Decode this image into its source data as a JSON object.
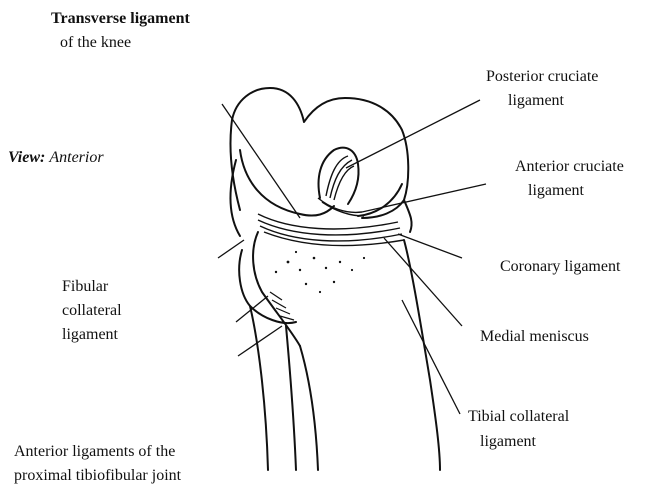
{
  "labels": {
    "transverse_line1": "Transverse ligament",
    "transverse_line2": "of the knee",
    "view_key": "View:",
    "view_value": "Anterior",
    "posterior_line1": "Posterior cruciate",
    "posterior_line2": "ligament",
    "anterior_line1": "Anterior cruciate",
    "anterior_line2": "ligament",
    "coronary": "Coronary ligament",
    "fibular_line1": "Fibular",
    "fibular_line2": "collateral",
    "fibular_line3": "ligament",
    "medial_meniscus": "Medial meniscus",
    "tibial_line1": "Tibial collateral",
    "tibial_line2": "ligament",
    "tibiofibular_line1": "Anterior ligaments of the",
    "tibiofibular_line2": "proximal tibiofibular joint"
  }
}
